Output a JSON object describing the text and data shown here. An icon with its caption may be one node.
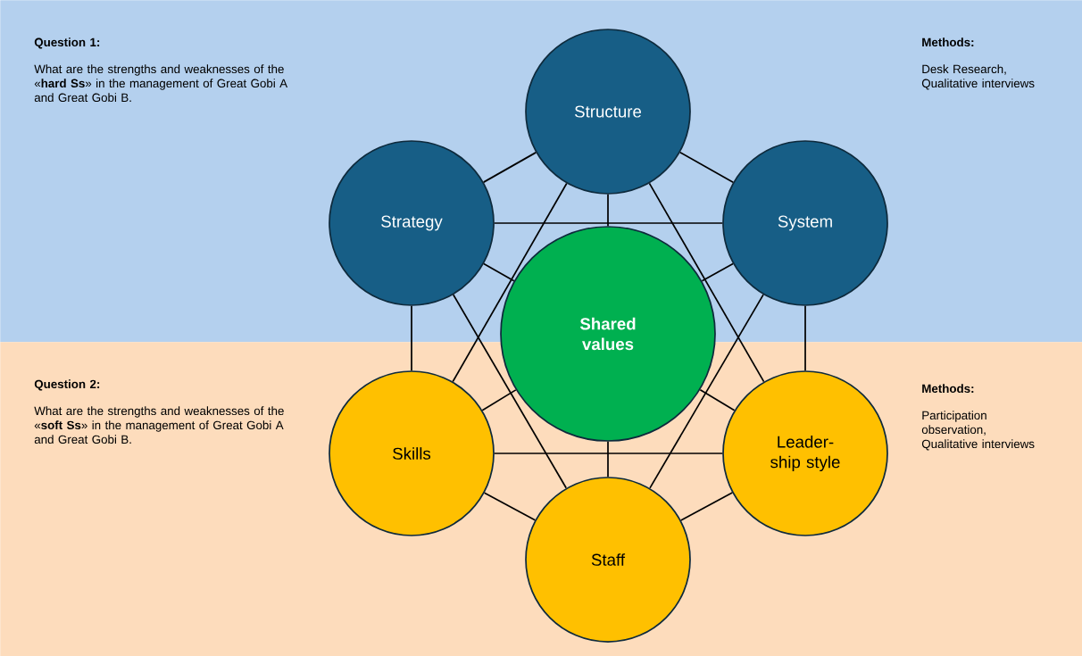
{
  "diagram": {
    "nodes": [
      {
        "text": [
          "Question 1:",
          "What are the strengths and weaknesses of the «**hard Ss**» in the management of Great Gobi A and Great Gobi B.",
          "Methods:",
          "Desk Research, Qualitative interviews"
        ]
      },
      {
        "text": [
          "Question 2:",
          "What are the strengths and weaknesses of the «**soft Ss**» in the management of Great Gobi A and Great Gobi B.",
          "Methods:",
          "Participation observation, Qualitative interviews"
        ]
      },
      {
        "text": [
          "Structure"
        ],
        "in": 0
      },
      {
        "text": [
          "Strategy"
        ],
        "in": 0
      },
      {
        "text": [
          "System"
        ],
        "in": 0
      },
      {
        "text": [
          "Shared values"
        ]
      },
      {
        "text": [
          "Skills"
        ],
        "in": 1
      },
      {
        "text": [
          "Leader-ship style"
        ],
        "in": 1
      },
      {
        "text": [
          "Staff"
        ],
        "in": 1
      }
    ],
    "edges": [
      {
        "from": 2,
        "to": 3,
        "arrow": "none"
      },
      {
        "from": 2,
        "to": 4,
        "arrow": "none"
      },
      {
        "from": 2,
        "to": 5,
        "arrow": "none"
      },
      {
        "from": 2,
        "to": 6,
        "arrow": "none"
      },
      {
        "from": 2,
        "to": 7,
        "arrow": "none"
      },
      {
        "from": 3,
        "to": 4,
        "arrow": "none"
      },
      {
        "from": 3,
        "to": 5,
        "arrow": "none"
      },
      {
        "from": 3,
        "to": 6,
        "arrow": "none"
      },
      {
        "from": 3,
        "to": 8,
        "arrow": "none"
      },
      {
        "from": 4,
        "to": 5,
        "arrow": "none"
      },
      {
        "from": 4,
        "to": 7,
        "arrow": "none"
      },
      {
        "from": 4,
        "to": 8,
        "arrow": "none"
      },
      {
        "from": 5,
        "to": 6,
        "arrow": "none"
      },
      {
        "from": 5,
        "to": 7,
        "arrow": "none"
      },
      {
        "from": 5,
        "to": 8,
        "arrow": "none"
      },
      {
        "from": 6,
        "to": 7,
        "arrow": "none"
      },
      {
        "from": 6,
        "to": 8,
        "arrow": "none"
      },
      {
        "from": 7,
        "to": 8,
        "arrow": "none"
      }
    ]
  }
}
